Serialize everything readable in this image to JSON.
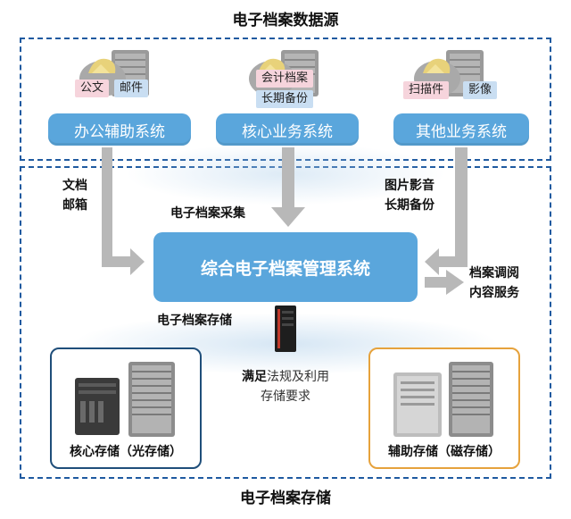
{
  "title_top": "电子档案数据源",
  "title_bottom": "电子档案存储",
  "sources": [
    {
      "name": "办公辅助系统",
      "tags": [
        "公文",
        "邮件"
      ],
      "icon": "server-with-folder-icon"
    },
    {
      "name": "核心业务系统",
      "tags": [
        "会计档案",
        "长期备份"
      ],
      "icon": "server-with-folder-icon"
    },
    {
      "name": "其他业务系统",
      "tags": [
        "扫描件",
        "影像"
      ],
      "icon": "server-with-folder-icon"
    }
  ],
  "arrow_labels": {
    "left_line1": "文档",
    "left_line2": "邮箱",
    "center": "电子档案采集",
    "right_line1": "图片影音",
    "right_line2": "长期备份",
    "out_line1": "档案调阅",
    "out_line2": "内容服务",
    "store": "电子档案存储"
  },
  "center_system": "综合电子档案管理系统",
  "requirement": {
    "strong": "满足",
    "rest_line1": "法规及利用",
    "line2": "存储要求"
  },
  "storage": [
    {
      "label": "核心存储（光存储）",
      "icon": "optical-storage-icon"
    },
    {
      "label": "辅助存储（磁存储）",
      "icon": "magnetic-storage-icon"
    }
  ],
  "colors": {
    "accent": "#5aa6dc",
    "dash": "#1f5aa0",
    "core_border": "#1f4e7a",
    "aux_border": "#e6a23c",
    "arrow": "#b8b8b8"
  }
}
